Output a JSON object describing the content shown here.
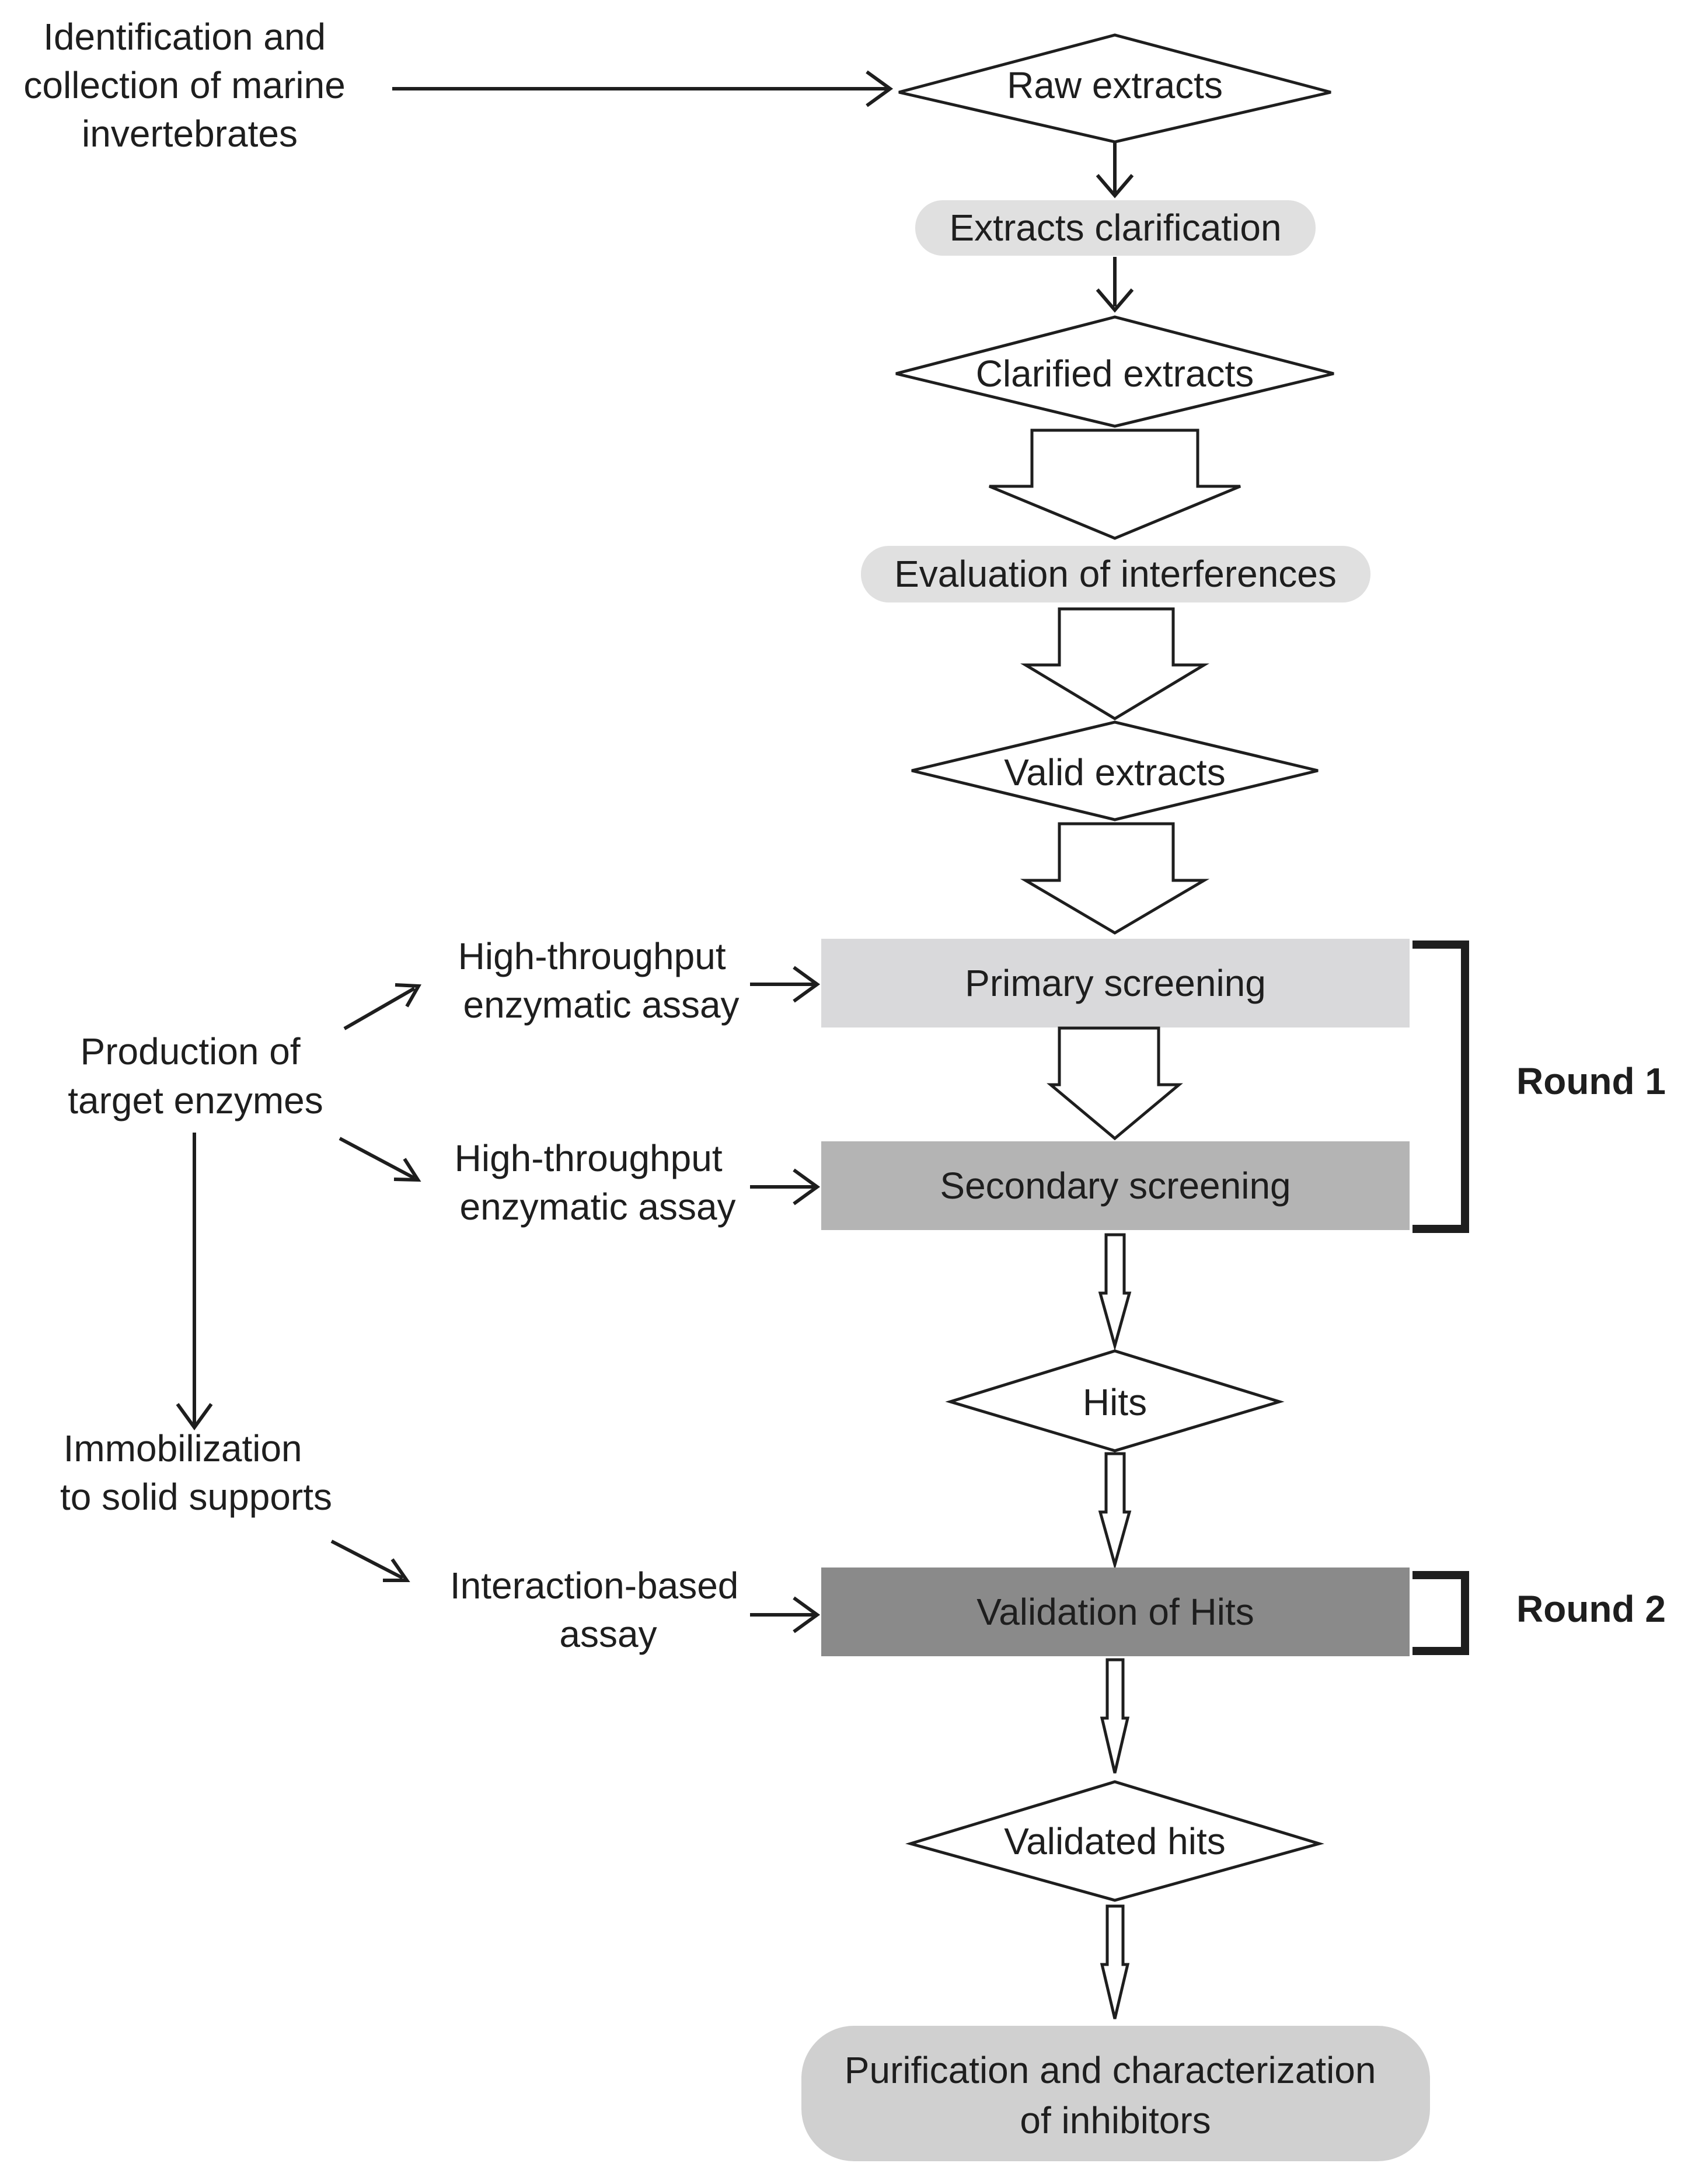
{
  "nodes": {
    "collection": [
      "Identification and",
      "collection of marine",
      "invertebrates"
    ],
    "raw_extracts": "Raw extracts",
    "extracts_clarification": "Extracts clarification",
    "clarified_extracts": "Clarified extracts",
    "evaluation_interferences": "Evaluation of interferences",
    "valid_extracts": "Valid extracts",
    "primary_screening": "Primary screening",
    "secondary_screening": "Secondary screening",
    "hits": "Hits",
    "validation_of_hits": "Validation of Hits",
    "validated_hits": "Validated hits",
    "purification": [
      "Purification and characterization",
      "of inhibitors"
    ],
    "production_enzymes": [
      "Production of",
      "target enzymes"
    ],
    "ht_assay_1": [
      "High-throughput",
      "enzymatic assay"
    ],
    "ht_assay_2": [
      "High-throughput",
      "enzymatic assay"
    ],
    "immobilization": [
      "Immobilization",
      "to solid supports"
    ],
    "interaction_assay": [
      "Interaction-based",
      "assay"
    ]
  },
  "rounds": {
    "round1": "Round 1",
    "round2": "Round 2"
  },
  "colors": {
    "light_grey_pill": "#e0e0e0",
    "primary_box": "#d9d9db",
    "secondary_box": "#b4b4b4",
    "validation_box": "#8a8a8a",
    "purification_box": "#d0d0d0",
    "line": "#1e1e1e"
  }
}
